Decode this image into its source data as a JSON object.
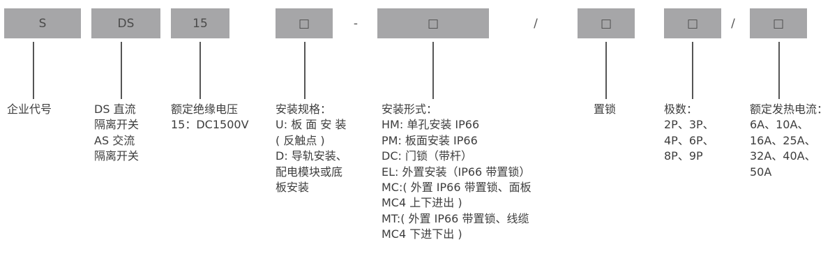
{
  "code": {
    "boxes": [
      "S",
      "DS",
      "15",
      "□",
      "□",
      "□",
      "□",
      "□"
    ],
    "separators": [
      "-",
      "/",
      "/"
    ]
  },
  "descriptions": {
    "company": [
      "企业代号"
    ],
    "type": [
      "DS 直流",
      "隔离开关",
      "AS 交流",
      "隔离开关"
    ],
    "voltage": [
      "额定绝缘电压",
      "15：DC1500V"
    ],
    "mounting_spec": [
      "安装规格：",
      "U: 板 面 安 装",
      "( 反触点 )",
      "D: 导轨安装、",
      "配电模块或底",
      "板安装"
    ],
    "mounting_form": [
      "安装形式：",
      "HM: 单孔安装 IP66",
      "PM: 板面安装 IP66",
      "DC: 门锁（带杆）",
      "EL: 外置安装（IP66 带置锁）",
      "MC:( 外置 IP66 带置锁、面板",
      "MC4 上下进出 )",
      "MT:( 外置 IP66 带置锁、线缆",
      "MC4 下进下出 )"
    ],
    "lock": [
      "置锁"
    ],
    "poles": [
      "极数：",
      "2P、3P、",
      "4P、6P、",
      "8P、9P"
    ],
    "current": [
      "额定发热电流：",
      "6A、10A、",
      "16A、25A、",
      "32A、40A、",
      "50A"
    ]
  }
}
